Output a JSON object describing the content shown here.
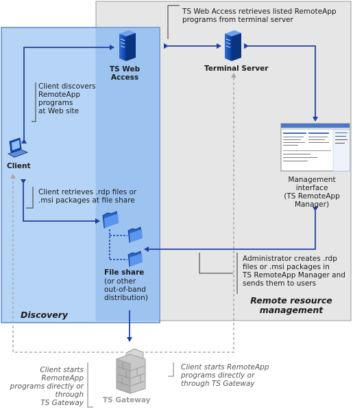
{
  "regions": {
    "remote_resource": "Remote resource\nmanagement",
    "discovery": "Discovery"
  },
  "nodes": {
    "ts_web_access": "TS Web\nAccess",
    "terminal_server": "Terminal Server",
    "client": "Client",
    "management_interface": "Management\ninterface\n(TS RemoteApp\nManager)",
    "file_share_title": "File share",
    "file_share_sub": "(or other\nout-of-band\ndistribution)",
    "ts_gateway": "TS Gateway"
  },
  "annotations": {
    "web_access_retrieves": "TS Web Access retrieves listed RemoteApp\nprograms from terminal server",
    "client_discovers": "Client discovers\nRemoteApp\nprograms\nat Web site",
    "client_retrieves": "Client retrieves .rdp files or\n.msi packages at file share",
    "admin_creates": "Administrator creates .rdp\nfiles or .msi packages in\nTS RemoteApp Manager and\nsends them to users",
    "client_starts_left": "Client starts\nRemoteApp\nprograms directly or\nthrough\nTS Gateway",
    "client_starts_right": "Client starts RemoteApp\nprograms directly or\nthrough TS Gateway"
  },
  "colors": {
    "discovery_fill": "#a9cdf5",
    "remote_fill": "#e6e6e6",
    "arrow_blue": "#1f3fa0",
    "arrow_gray": "#a8a8a8"
  }
}
